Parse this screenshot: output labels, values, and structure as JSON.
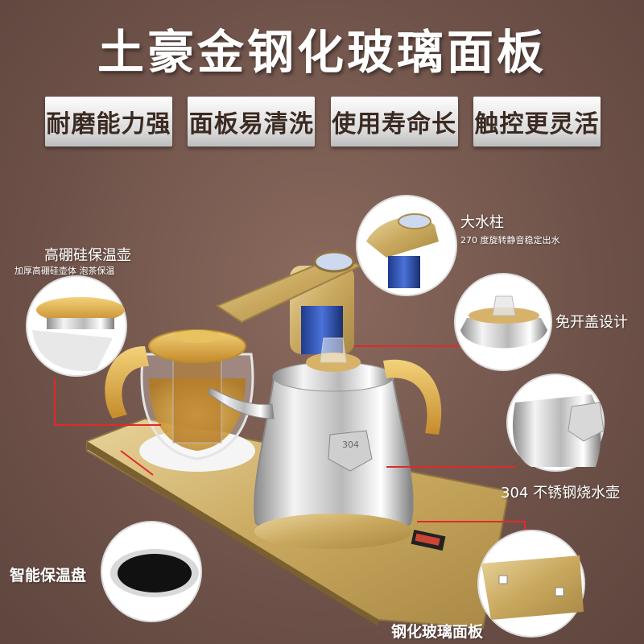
{
  "title": "土豪金钢化玻璃面板",
  "features": [
    "耐磨能力强",
    "面板易清洗",
    "使用寿命长",
    "触控更灵活"
  ],
  "callouts": {
    "borosilicate_pot": {
      "title": "高硼硅保温壶",
      "subtitle": "加厚高硼硅壶体 泡茶保温"
    },
    "water_column": {
      "title": "大水柱",
      "subtitle": "270 度旋转静音稳定出水"
    },
    "lid": {
      "title": "免开盖设计"
    },
    "steel_kettle": {
      "title": "304 不锈钢烧水壶"
    },
    "warming_plate": {
      "title": "智能保温盘"
    },
    "glass_panel": {
      "title": "钢化玻璃面板"
    }
  },
  "kettle_badge": "304",
  "colors": {
    "accent_line": "#e02a2a",
    "gold": "#c9a85e",
    "background": "#6e5249"
  }
}
